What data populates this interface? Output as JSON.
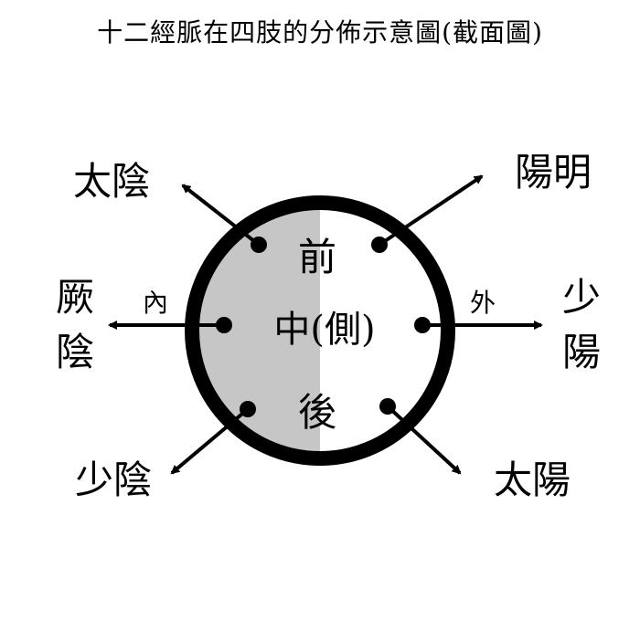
{
  "title": "十二經脈在四肢的分佈示意圖(截面圖)",
  "center": {
    "front": "前",
    "middle": "中(側)",
    "back": "後"
  },
  "directions": {
    "inner": "內",
    "outer": "外"
  },
  "meridians": {
    "upper_left": "太陰",
    "middle_left_line1": "厥",
    "middle_left_line2": "陰",
    "lower_left": "少陰",
    "upper_right": "陽明",
    "middle_right_line1": "少",
    "middle_right_line2": "陽",
    "lower_right": "太陽"
  },
  "colors": {
    "inner_half_fill": "#c6c6c6",
    "outer_half_fill": "#ffffff",
    "stroke": "#000000"
  }
}
